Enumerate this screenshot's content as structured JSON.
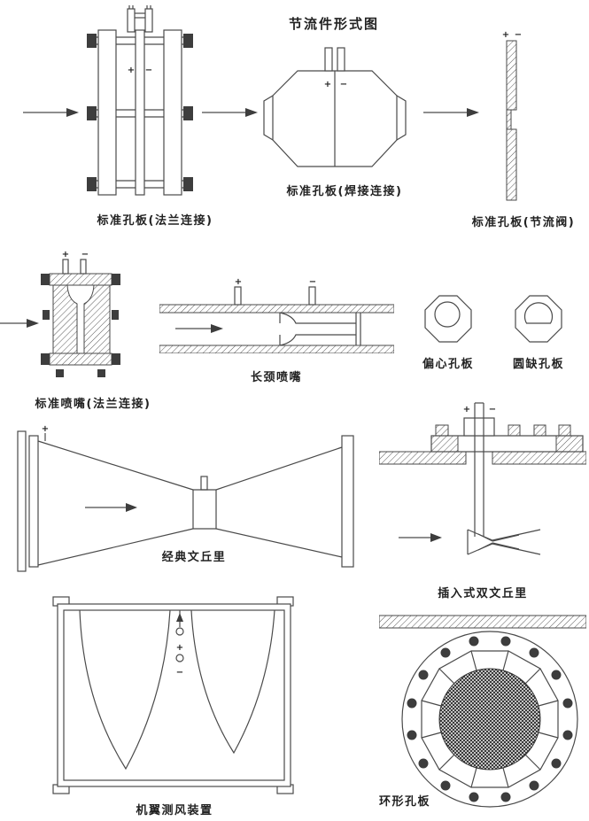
{
  "title": "节流件形式图",
  "sym": {
    "plus": "+",
    "minus": "−"
  },
  "labels": {
    "orifice_flange": "标准孔板(法兰连接)",
    "orifice_welded": "标准孔板(焊接连接)",
    "orifice_throttle": "标准孔板(节流阀)",
    "nozzle_flange": "标准喷嘴(法兰连接)",
    "long_neck_nozzle": "长颈喷嘴",
    "eccentric_orifice": "偏心孔板",
    "segmental_orifice": "圆缺孔板",
    "classic_venturi": "经典文丘里",
    "insert_double_venturi": "插入式双文丘里",
    "airfoil_device": "机翼测风装置",
    "annular_orifice": "环形孔板"
  },
  "colors": {
    "line": "#4a4a4a",
    "text": "#222222",
    "background": "#ffffff"
  }
}
